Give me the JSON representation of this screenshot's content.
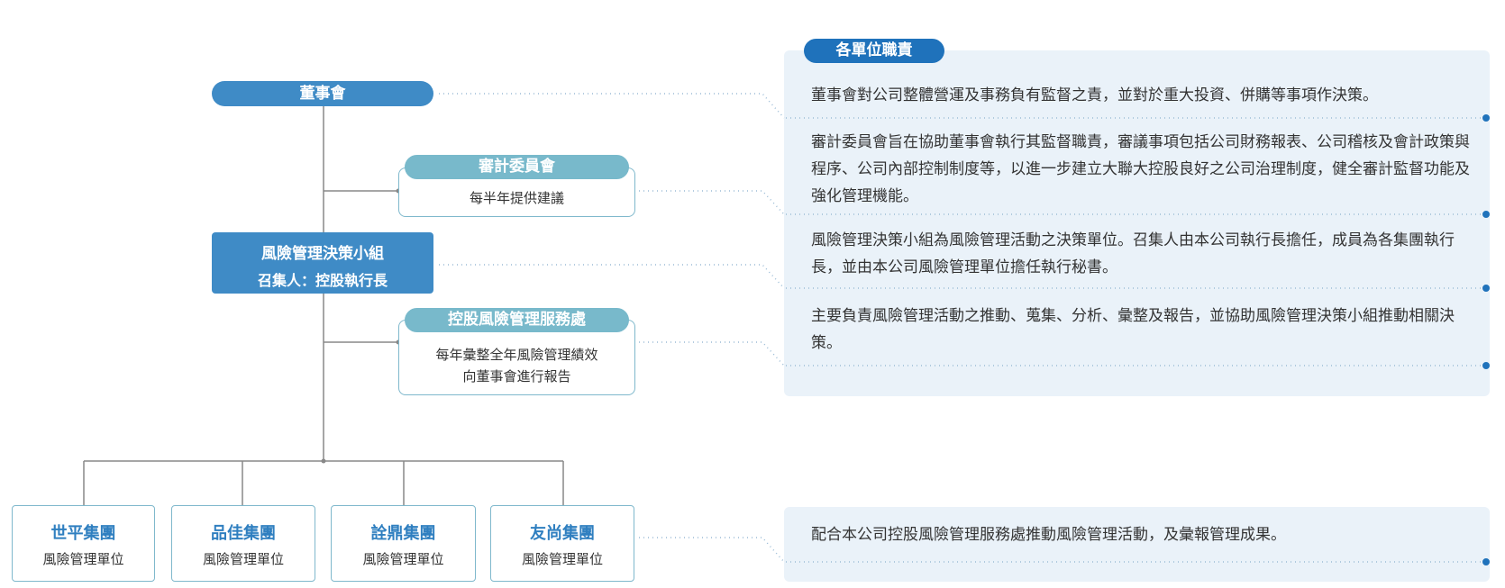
{
  "chart": {
    "board": "董事會",
    "audit_committee": {
      "title": "審計委員會",
      "desc": "每半年提供建議"
    },
    "risk_group": {
      "title": "風險管理決策小組",
      "convener": "召集人：控股執行長"
    },
    "risk_office": {
      "title": "控股風險管理服務處",
      "desc_lines": [
        "每年彙整全年風險管理績效",
        "向董事會進行報告"
      ]
    },
    "groups": [
      {
        "name": "世平集團",
        "unit": "風險管理單位"
      },
      {
        "name": "品佳集團",
        "unit": "風險管理單位"
      },
      {
        "name": "詮鼎集團",
        "unit": "風險管理單位"
      },
      {
        "name": "友尚集團",
        "unit": "風險管理單位"
      }
    ]
  },
  "responsibilities": {
    "title": "各單位職責",
    "items": [
      "董事會對公司整體營運及事務負有監督之責，並對於重大投資、併購等事項作決策。",
      "審計委員會旨在協助董事會執行其監督職責，審議事項包括公司財務報表、公司稽核及會計政策與程序、公司內部控制制度等，以進一步建立大聯大控股良好之公司治理制度，健全審計監督功能及強化管理機能。",
      "風險管理決策小組為風險管理活動之決策單位。召集人由本公司執行長擔任，成員為各集團執行長，並由本公司風險管理單位擔任執行秘書。",
      "主要負責風險管理活動之推動、蒐集、分析、彙整及報告，並協助風險管理決策小組推動相關決策。"
    ],
    "groups_item": "配合本公司控股風險管理服務處推動風險管理活動，及彙報管理成果。"
  },
  "colors": {
    "primary": "#3f8bc6",
    "teal": "#78b9cb",
    "panel": "#eaf2f9",
    "dot": "#1f72bb"
  }
}
